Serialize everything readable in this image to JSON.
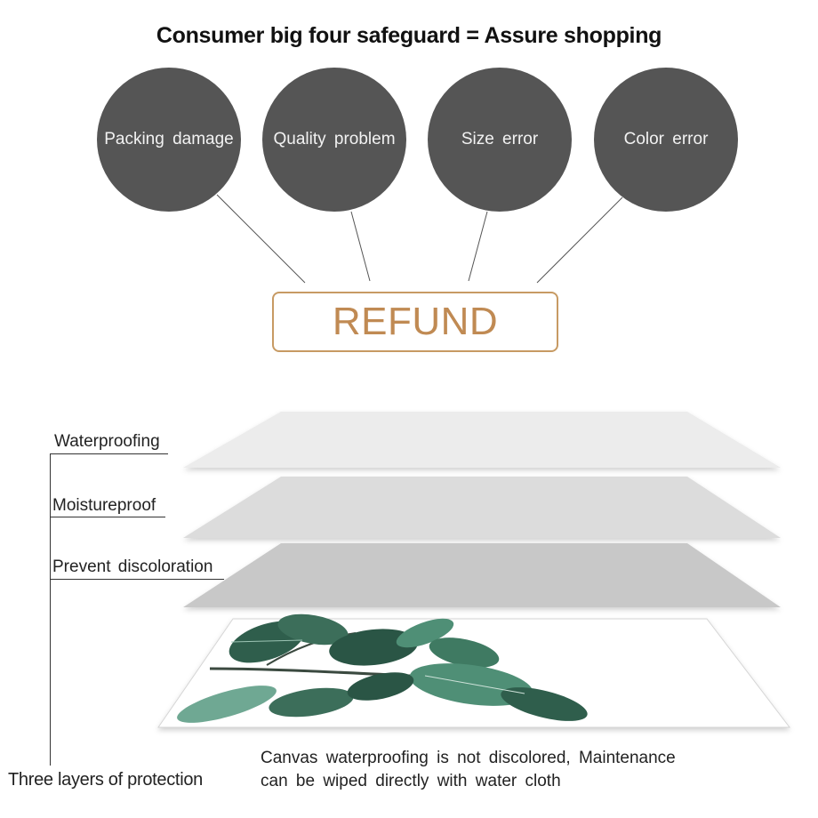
{
  "title": "Consumer big four safeguard = Assure shopping",
  "safeguards": [
    {
      "label": "Packing  damage"
    },
    {
      "label": "Quality  problem"
    },
    {
      "label": "Size  error"
    },
    {
      "label": "Color  error"
    }
  ],
  "refund_label": "REFUND",
  "layers": [
    {
      "label": "Waterproofing"
    },
    {
      "label": "Moistureproof"
    },
    {
      "label": "Prevent  discoloration"
    }
  ],
  "bracket_label": "Three layers of protection",
  "caption": {
    "line1": "Canvas  waterproofing  is  not  discolored,  Maintenance",
    "line2": "can  be  wiped  directly  with  water  cloth"
  },
  "colors": {
    "circle": "#555555",
    "refund_border": "#c79a63",
    "refund_text": "#c08a53",
    "leaf_dark": "#2f5e4c",
    "leaf_light": "#4f8f76"
  }
}
